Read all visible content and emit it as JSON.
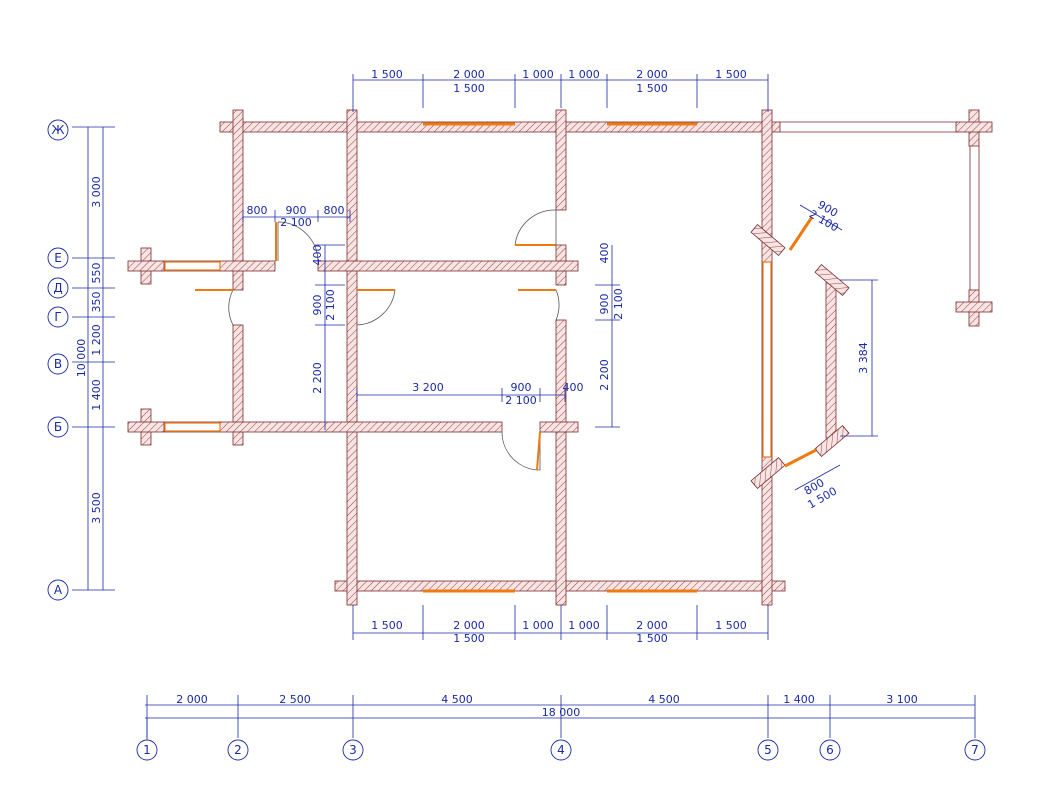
{
  "axes_bottom": [
    "1",
    "2",
    "3",
    "4",
    "5",
    "6",
    "7"
  ],
  "axes_left": [
    "Ж",
    "Е",
    "Д",
    "Г",
    "В",
    "Б",
    "А"
  ],
  "bottom_spans": [
    "2 000",
    "2 500",
    "4 500",
    "4 500",
    "1 400",
    "3 100"
  ],
  "bottom_total": "18 000",
  "left_spans": [
    "3 000",
    "550",
    "350",
    "1 200",
    "1 400",
    "3 500"
  ],
  "left_total": "10 000",
  "top_upper": [
    "1 500",
    "2 000",
    "1 000",
    "1 000",
    "2 000",
    "1 500"
  ],
  "top_lower": [
    "1 500",
    "1 500"
  ],
  "bottom_plan_upper": [
    "1 500",
    "2 000",
    "1 000",
    "1 000",
    "2 000",
    "1 500"
  ],
  "bottom_plan_lower": [
    "1 500",
    "1 500"
  ],
  "inner_dims": {
    "d800a": "800",
    "d900a": "900",
    "d800b": "800",
    "d2100a": "2 100",
    "d400a": "400",
    "d900b": "900",
    "d2100b": "2 100",
    "d2200a": "2 200",
    "d3200": "3 200",
    "d900c": "900",
    "d2100c": "2 100",
    "d400b": "400",
    "r400": "400",
    "r900": "900",
    "r2100": "2 100",
    "r2200": "2 200",
    "bay900": "900",
    "bay2100": "2 100",
    "bay3384": "3 384",
    "bay800": "800",
    "bay1500": "1 500"
  }
}
